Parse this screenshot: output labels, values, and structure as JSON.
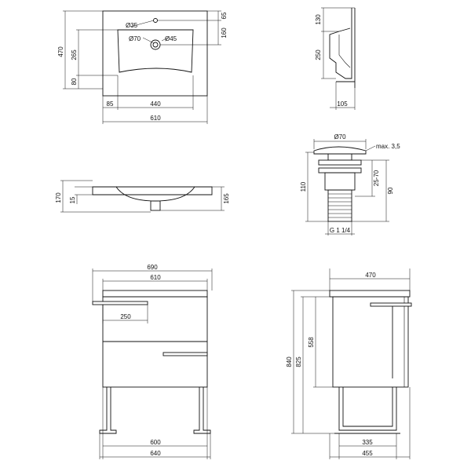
{
  "sink_top": {
    "tap_hole": "Ø35",
    "drain_outer": "Ø70",
    "drain_inner": "Ø45",
    "dims": {
      "depth": "470",
      "to_drain": "265",
      "front": "80",
      "rear": "65",
      "basin_depth": "160",
      "left_offset": "85",
      "basin_width": "440",
      "total_width": "610"
    }
  },
  "sink_side": {
    "dims": {
      "top": "130",
      "body": "250",
      "bottom": "105"
    }
  },
  "sink_front": {
    "dims": {
      "height": "170",
      "rim": "15",
      "side": "165"
    }
  },
  "drain": {
    "dims": {
      "cap": "Ø70",
      "max": "max. 3,5",
      "height": "110",
      "range": "25-70",
      "lower": "90",
      "thread": "G 1 1/4"
    }
  },
  "cabinet_front": {
    "dims": {
      "top_outer": "690",
      "top_inner": "610",
      "handle": "250",
      "body": "600",
      "overall": "640"
    }
  },
  "cabinet_side": {
    "dims": {
      "top": "470",
      "height_total": "840",
      "height_mid": "825",
      "drawer": "558",
      "base_inner": "335",
      "base_outer": "455"
    }
  }
}
